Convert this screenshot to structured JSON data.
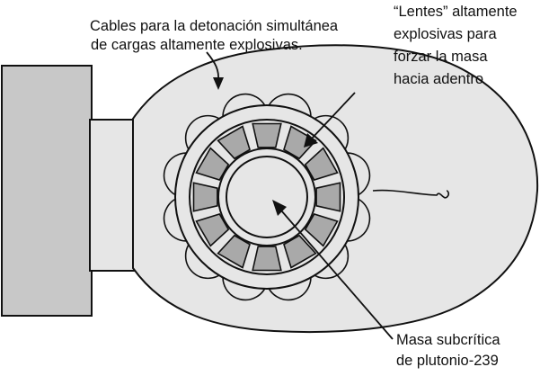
{
  "labels": {
    "cables_line1": "Cables para la detonación simultánea",
    "cables_line2": "de cargas altamente explosivas.",
    "lenses_line1": "“Lentes” altamente",
    "lenses_line2": "explosivas para",
    "lenses_line3": "forzar la masa",
    "lenses_line4": "hacia adentro",
    "mass_line1": "Masa subcrítica",
    "mass_line2": "de plutonio-239"
  },
  "colors": {
    "fill_light": "#e6e6e6",
    "fill_mid": "#c8c8c8",
    "fill_dark": "#a9a9a9",
    "stroke": "#111111",
    "background": "#ffffff"
  },
  "counts": {
    "detonator_petals": 12,
    "explosive_lens_segments": 12
  }
}
